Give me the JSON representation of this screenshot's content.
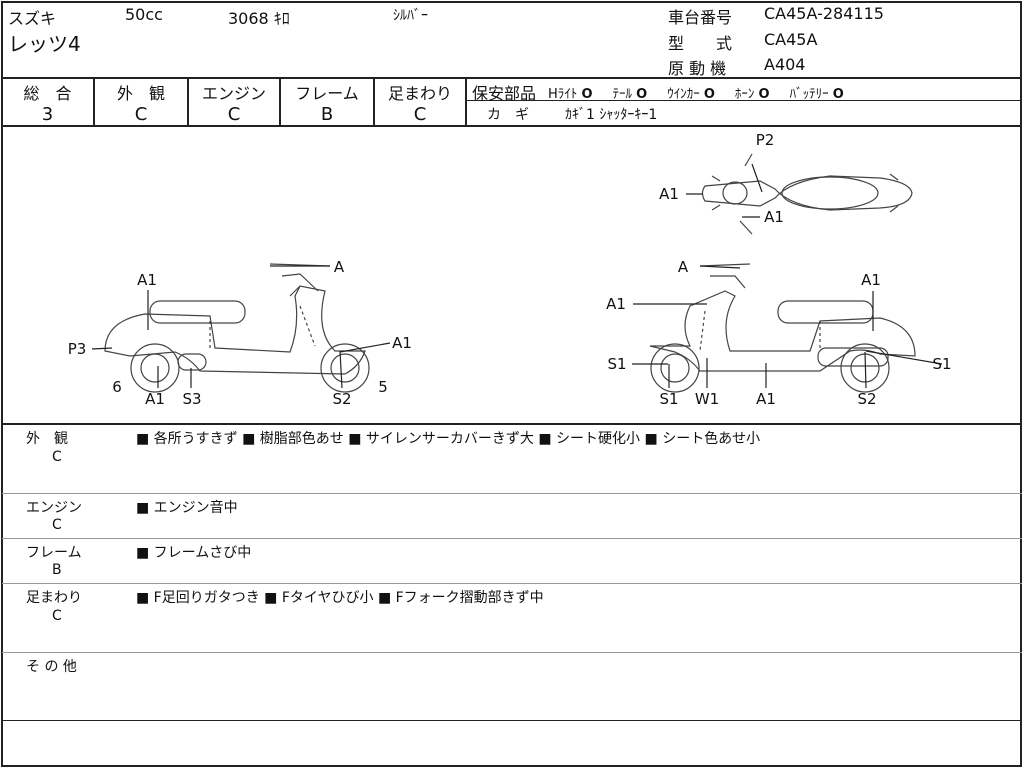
{
  "header": {
    "maker": "スズキ",
    "model": "レッツ4",
    "displacement": "50cc",
    "mileage": "3068 ｷﾛ",
    "color": "ｼﾙﾊﾞｰ",
    "frame_no_label": "車台番号",
    "frame_no": "CA45A-284115",
    "type_label": "型　　式",
    "type": "CA45A",
    "engine_label": "原 動 機",
    "engine": "A404"
  },
  "grades": [
    {
      "label": "総　合",
      "value": "3"
    },
    {
      "label": "外　観",
      "value": "C"
    },
    {
      "label": "エンジン",
      "value": "C"
    },
    {
      "label": "フレーム",
      "value": "B"
    },
    {
      "label": "足まわり",
      "value": "C"
    }
  ],
  "safety": {
    "label": "保安部品",
    "items": [
      {
        "name": "Hﾗｲﾄ",
        "mark": "O"
      },
      {
        "name": "ﾃｰﾙ",
        "mark": "O"
      },
      {
        "name": "ｳｲﾝｶｰ",
        "mark": "O"
      },
      {
        "name": "ﾎｰﾝ",
        "mark": "O"
      },
      {
        "name": "ﾊﾞｯﾃﾘｰ",
        "mark": "O"
      }
    ]
  },
  "keys": {
    "label": "カ　ギ",
    "value": "ｶｷﾞ1 ｼｬｯﾀｰｷｰ1"
  },
  "diagram": {
    "top": [
      "P2",
      "A1",
      "A1"
    ],
    "left": [
      "A1",
      "A",
      "P3",
      "A1",
      "6",
      "A1",
      "S3",
      "S2",
      "5"
    ],
    "right": [
      "A",
      "A1",
      "A1",
      "S1",
      "S1",
      "S1",
      "W1",
      "A1",
      "S2"
    ]
  },
  "notes": [
    {
      "label": "外　観",
      "grade": "C",
      "text": "■ 各所うすきず ■ 樹脂部色あせ ■ サイレンサーカバーきず大 ■ シート硬化小 ■ シート色あせ小"
    },
    {
      "label": "エンジン",
      "grade": "C",
      "text": "■ エンジン音中"
    },
    {
      "label": "フレーム",
      "grade": "B",
      "text": "■ フレームさび中"
    },
    {
      "label": "足まわり",
      "grade": "C",
      "text": "■ F足回りガタつき ■ Fタイヤひび小 ■ Fフォーク摺動部きず中"
    },
    {
      "label": "そ の 他",
      "grade": "",
      "text": ""
    }
  ]
}
